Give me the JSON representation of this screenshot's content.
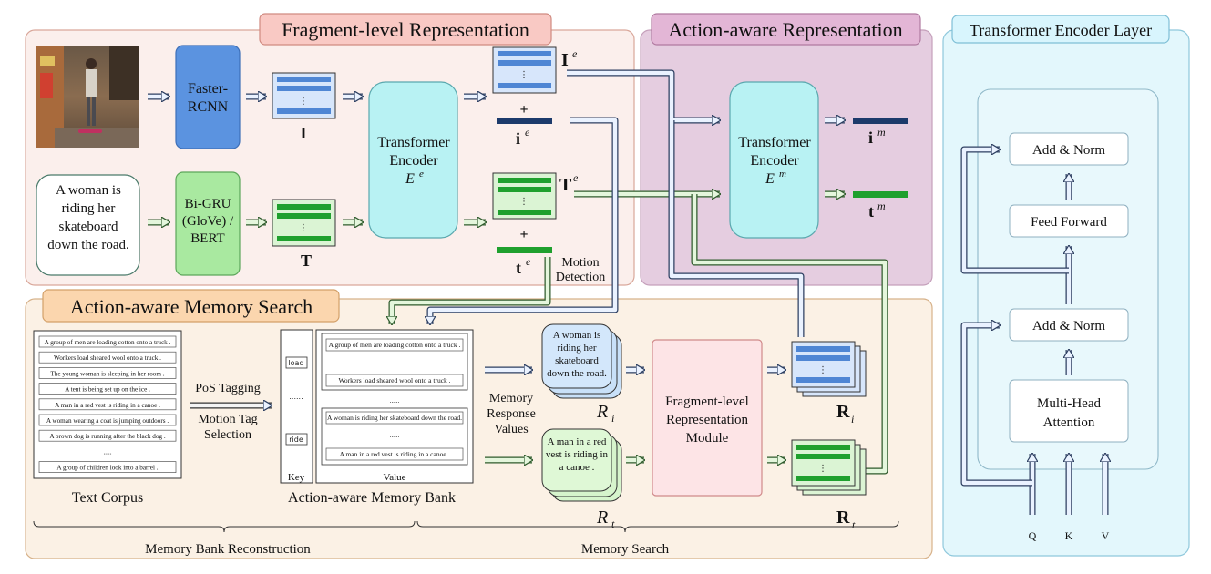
{
  "sections": {
    "fragment": "Fragment-level Representation",
    "action": "Action-aware Representation",
    "memory": "Action-aware Memory Search",
    "transformer_layer": "Transformer Encoder Layer"
  },
  "fragment": {
    "faster_rcnn": [
      "Faster-",
      "RCNN"
    ],
    "bigru": [
      "Bi-GRU",
      "(GloVe) /",
      "BERT"
    ],
    "caption": [
      "A woman is",
      "riding her",
      "skateboard",
      "down the road."
    ],
    "I_label": "I",
    "T_label": "T",
    "encoder": [
      "Transformer",
      "Encoder"
    ],
    "encoder_sym": "E",
    "encoder_sup": "e",
    "Ie_main": "I",
    "Ie_sup": "e",
    "ie_main": "i",
    "ie_sup": "e",
    "Te_main": "T",
    "Te_sup": "e",
    "te_main": "t",
    "te_sup": "e",
    "plus": "+",
    "ellipsis": "⋮",
    "motion_detection": [
      "Motion",
      "Detection"
    ]
  },
  "action": {
    "encoder": [
      "Transformer",
      "Encoder"
    ],
    "encoder_sym": "E",
    "encoder_sup": "m",
    "im_main": "i",
    "im_sup": "m",
    "tm_main": "t",
    "tm_sup": "m"
  },
  "memory": {
    "corpus_items": [
      "A group of men are loading cotton onto a truck .",
      "Workers load sheared wool onto a truck .",
      "The young woman is sleeping in her room .",
      "A tent is being set up on the ice .",
      "A man in a red vest is riding in a canoe .",
      "A woman wearing a coat is jumping outdoors .",
      "A brown dog is running after the black dog .",
      ".....",
      "A group of children look into a barrel ."
    ],
    "corpus_label": "Text Corpus",
    "pos_tagging": "PoS Tagging",
    "motion_tag": [
      "Motion Tag",
      "Selection"
    ],
    "keys": [
      "load",
      "......",
      "ride"
    ],
    "key_label": "Key",
    "value_top": [
      "A group of men are loading cotton onto a truck .",
      "......",
      "Workers load sheared wool onto a truck ."
    ],
    "value_mid": "......",
    "value_bottom": [
      "A woman is riding her skateboard down the road.",
      "......",
      "A man in a red vest is riding in a canoe ."
    ],
    "value_label": "Value",
    "bank_label": "Action-aware Memory Bank",
    "response_values": [
      "Memory",
      "Response",
      "Values"
    ],
    "Ri_card": [
      "A woman is",
      "riding her",
      "skateboard",
      "down the road."
    ],
    "Rt_card": [
      "A man in a red",
      "vest is riding in",
      "a canoe ."
    ],
    "Ri_script": "R",
    "Ri_sub": "i",
    "Rt_script": "R",
    "Rt_sub": "t",
    "module": [
      "Fragment-level",
      "Representation",
      "Module"
    ],
    "Ri_bold": "R",
    "Ri_bold_sub": "i",
    "Rt_bold": "R",
    "Rt_bold_sub": "t",
    "bank_reconstruction": "Memory Bank Reconstruction",
    "memory_search": "Memory Search"
  },
  "transformer_layer": {
    "add_norm_top": "Add & Norm",
    "feed_forward": "Feed Forward",
    "add_norm_bottom": "Add & Norm",
    "attention": [
      "Multi-Head",
      "Attention"
    ],
    "inputs": [
      "Q",
      "K",
      "V"
    ]
  },
  "colors": {
    "fragment_bg": "#fbefec",
    "fragment_title_bg": "#f9c9c4",
    "action_bg": "#e5cde0",
    "action_title_bg": "#e3b6d6",
    "memory_bg": "#fbf1e5",
    "memory_title_bg": "#fbd6ae",
    "layer_bg": "#e3f7fc",
    "blue": "#5b93e0",
    "green": "#22a33a",
    "dark_blue": "#1c3a6b"
  }
}
